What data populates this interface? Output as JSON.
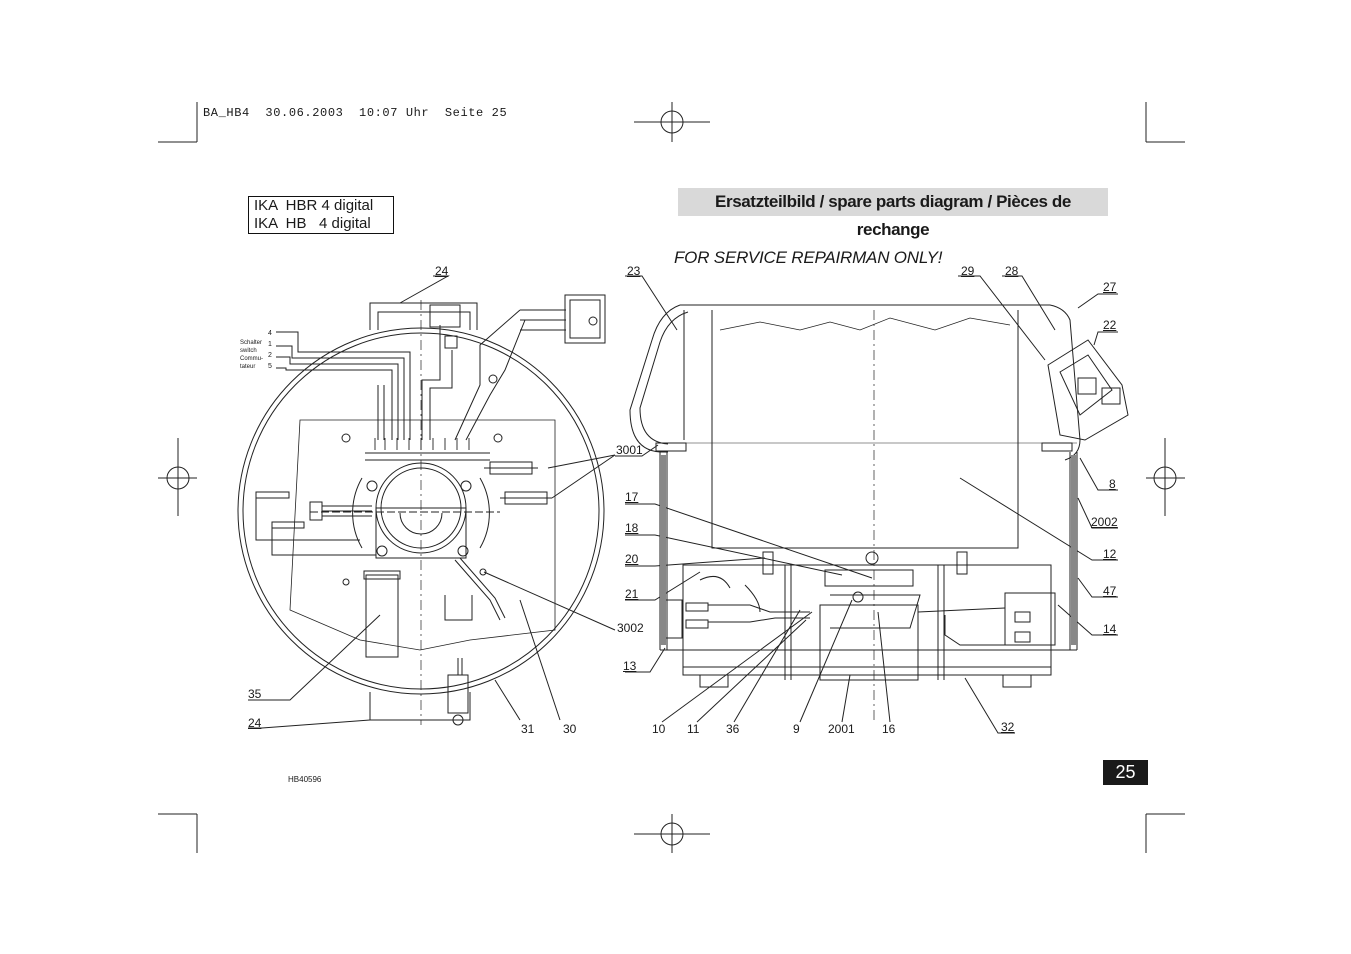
{
  "print_line": "BA_HB4  30.06.2003  10:07 Uhr  Seite 25",
  "model": {
    "line1": "IKA  HBR 4 digital",
    "line2": "IKA  HB   4 digital"
  },
  "title": "Ersatzteilbild / spare parts diagram / Pièces de rechange",
  "service_note": "FOR SERVICE REPAIRMAN ONLY!",
  "switch_label": {
    "de": "Schalter",
    "en": "switch",
    "fr1": "Commu-",
    "fr2": "tateur"
  },
  "switch_pins": [
    "4",
    "1",
    "2",
    "5"
  ],
  "left_parts": {
    "top": "24",
    "p35": "35",
    "bottom": "24",
    "p31": "31",
    "p30": "30",
    "p3002": "3002"
  },
  "right_parts_left": [
    "23",
    "3001",
    "17",
    "18",
    "20",
    "21",
    "13"
  ],
  "right_parts_top": [
    "29",
    "28"
  ],
  "right_parts_right": [
    "27",
    "22",
    "8",
    "2002",
    "12",
    "47",
    "14",
    "32"
  ],
  "bottom_parts": [
    "10",
    "11",
    "36",
    "9",
    "2001",
    "16"
  ],
  "page_number": "25",
  "drawing_ref": "HB40596"
}
